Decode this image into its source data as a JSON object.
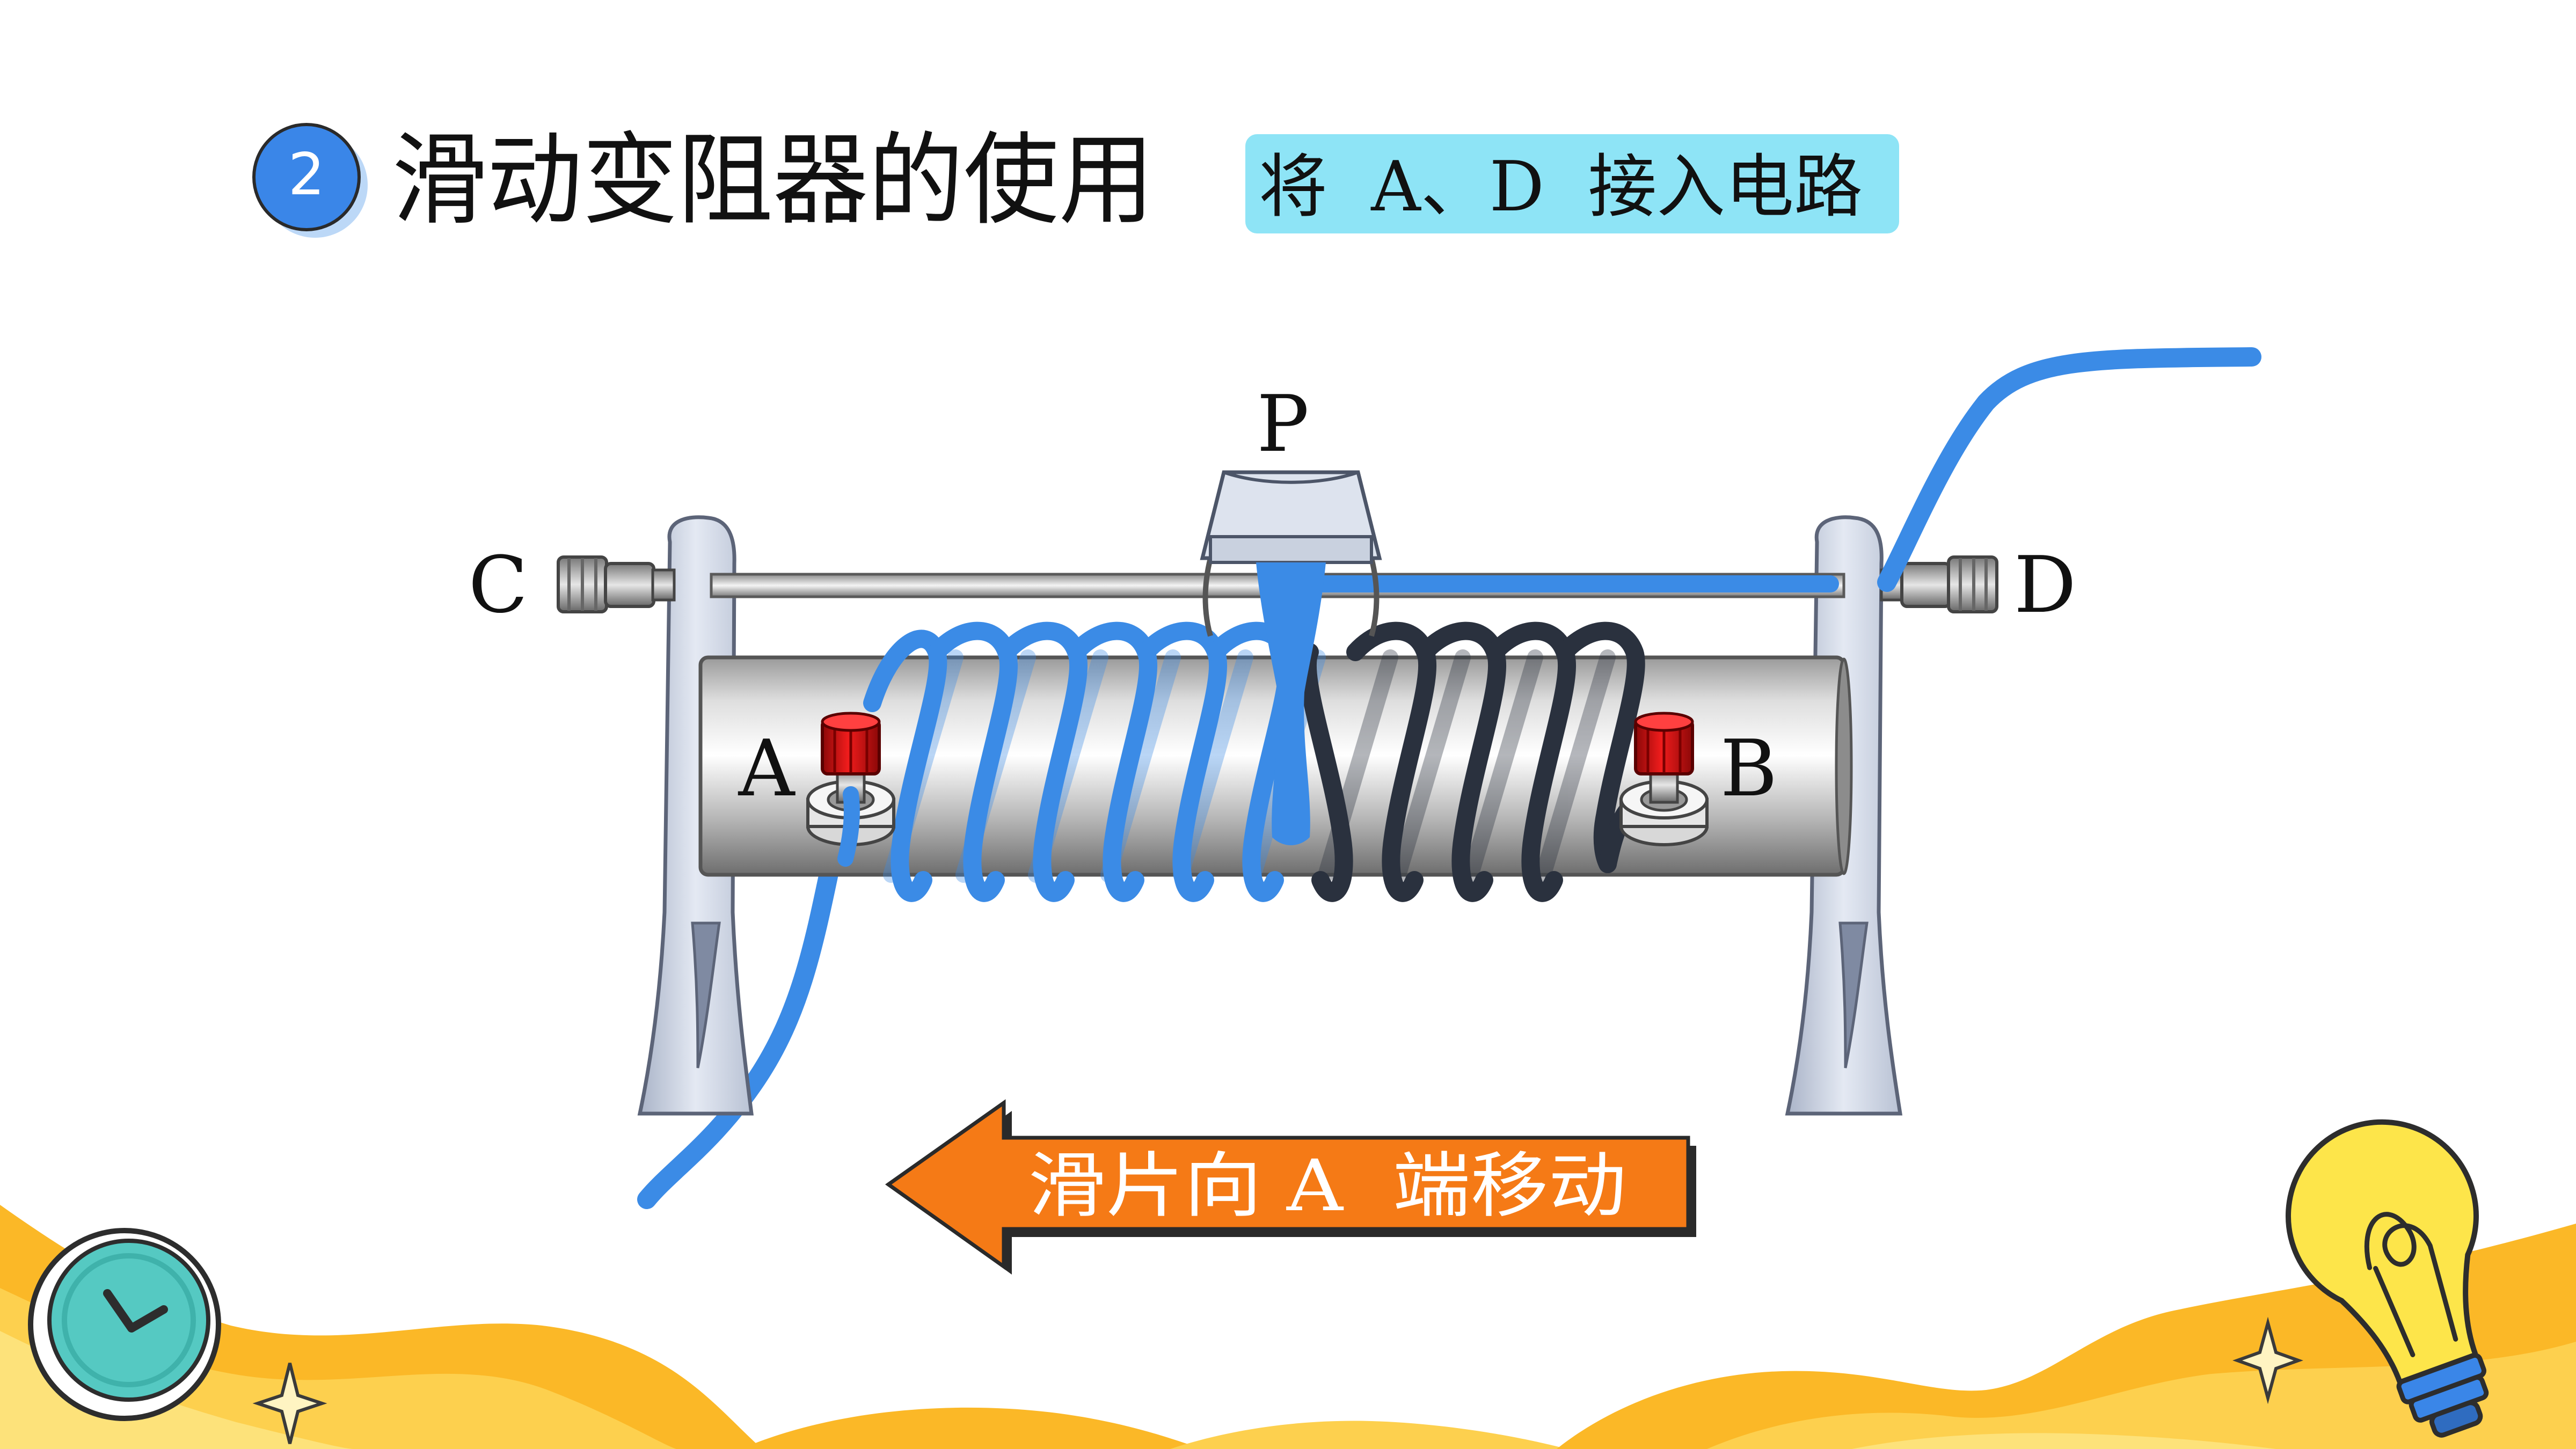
{
  "header": {
    "number": "2",
    "title": "滑动变阻器的使用",
    "tag": "将  A、D  接入电路"
  },
  "diagram": {
    "label_p": "P",
    "label_c": "C",
    "label_d": "D",
    "label_a": "A",
    "label_b": "B"
  },
  "callout": {
    "text": "滑片向 A  端移动"
  },
  "icons": {
    "clock": "clock-icon",
    "bulb": "lightbulb-icon"
  },
  "colors": {
    "wire_blue": "#3b8be6",
    "coil_dark": "#2a313e",
    "badge_blue": "#3a86e8",
    "tag_bg": "#8ee4f6",
    "arrow_orange": "#f57a16",
    "footer_yellow": "#fbb827",
    "terminal_red": "#d41515"
  }
}
